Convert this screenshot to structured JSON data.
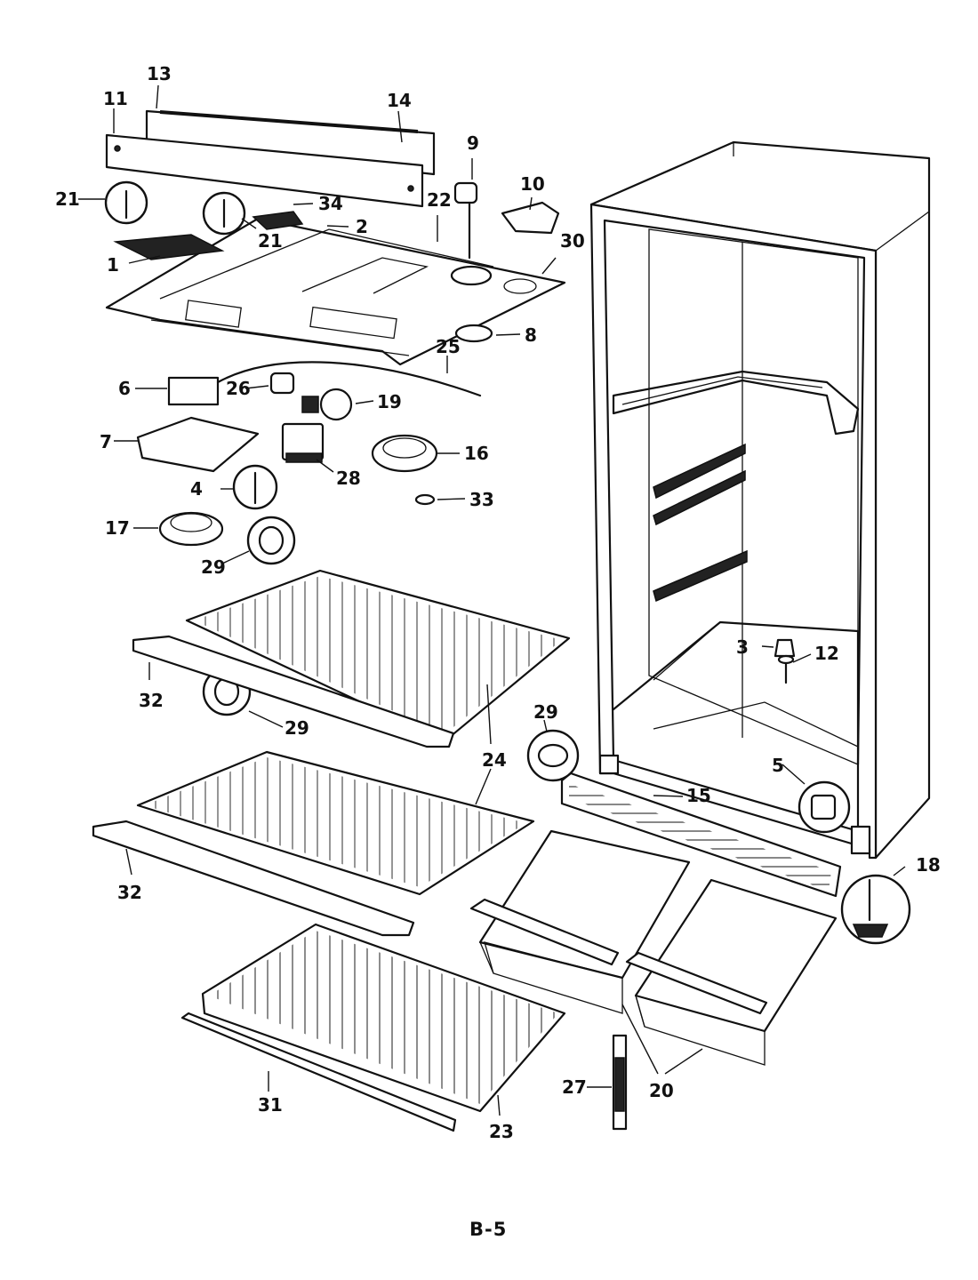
{
  "page": {
    "id": "B-5"
  },
  "parts": [
    {
      "key": "p1",
      "label": "1"
    },
    {
      "key": "p2",
      "label": "2"
    },
    {
      "key": "p3",
      "label": "3"
    },
    {
      "key": "p4",
      "label": "4"
    },
    {
      "key": "p5",
      "label": "5"
    },
    {
      "key": "p6",
      "label": "6"
    },
    {
      "key": "p7",
      "label": "7"
    },
    {
      "key": "p8",
      "label": "8"
    },
    {
      "key": "p9",
      "label": "9"
    },
    {
      "key": "p10",
      "label": "10"
    },
    {
      "key": "p11",
      "label": "11"
    },
    {
      "key": "p12",
      "label": "12"
    },
    {
      "key": "p13",
      "label": "13"
    },
    {
      "key": "p14",
      "label": "14"
    },
    {
      "key": "p15",
      "label": "15"
    },
    {
      "key": "p16",
      "label": "16"
    },
    {
      "key": "p17",
      "label": "17"
    },
    {
      "key": "p18",
      "label": "18"
    },
    {
      "key": "p19",
      "label": "19"
    },
    {
      "key": "p20",
      "label": "20"
    },
    {
      "key": "p21a",
      "label": "21"
    },
    {
      "key": "p21b",
      "label": "21"
    },
    {
      "key": "p22",
      "label": "22"
    },
    {
      "key": "p23",
      "label": "23"
    },
    {
      "key": "p24",
      "label": "24"
    },
    {
      "key": "p25",
      "label": "25"
    },
    {
      "key": "p26",
      "label": "26"
    },
    {
      "key": "p27",
      "label": "27"
    },
    {
      "key": "p28",
      "label": "28"
    },
    {
      "key": "p29a",
      "label": "29"
    },
    {
      "key": "p29b",
      "label": "29"
    },
    {
      "key": "p29c",
      "label": "29"
    },
    {
      "key": "p30",
      "label": "30"
    },
    {
      "key": "p31",
      "label": "31"
    },
    {
      "key": "p32a",
      "label": "32"
    },
    {
      "key": "p32b",
      "label": "32"
    },
    {
      "key": "p33",
      "label": "33"
    },
    {
      "key": "p34",
      "label": "34"
    }
  ]
}
